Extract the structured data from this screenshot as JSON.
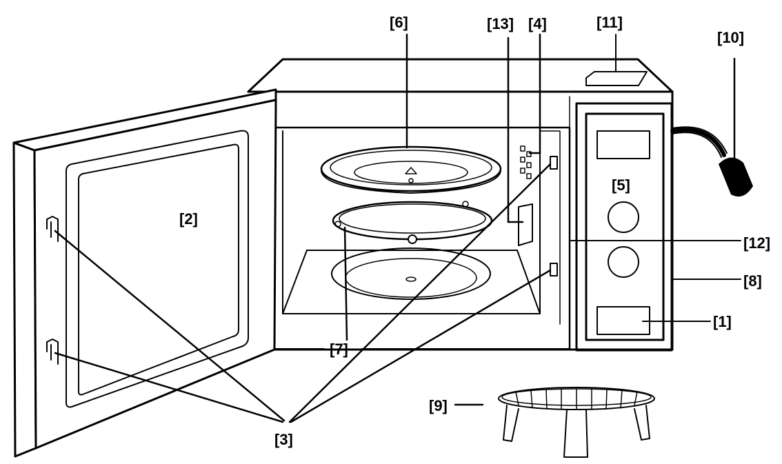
{
  "diagram": {
    "labels": [
      {
        "id": "label-1",
        "text": "[1]"
      },
      {
        "id": "label-2",
        "text": "[2]"
      },
      {
        "id": "label-3",
        "text": "[3]"
      },
      {
        "id": "label-4",
        "text": "[4]"
      },
      {
        "id": "label-5",
        "text": "[5]"
      },
      {
        "id": "label-6",
        "text": "[6]"
      },
      {
        "id": "label-7",
        "text": "[7]"
      },
      {
        "id": "label-8",
        "text": "[8]"
      },
      {
        "id": "label-9",
        "text": "[9]"
      },
      {
        "id": "label-10",
        "text": "[10]"
      },
      {
        "id": "label-11",
        "text": "[11]"
      },
      {
        "id": "label-12",
        "text": "[12]"
      },
      {
        "id": "label-13",
        "text": "[13]"
      }
    ]
  }
}
